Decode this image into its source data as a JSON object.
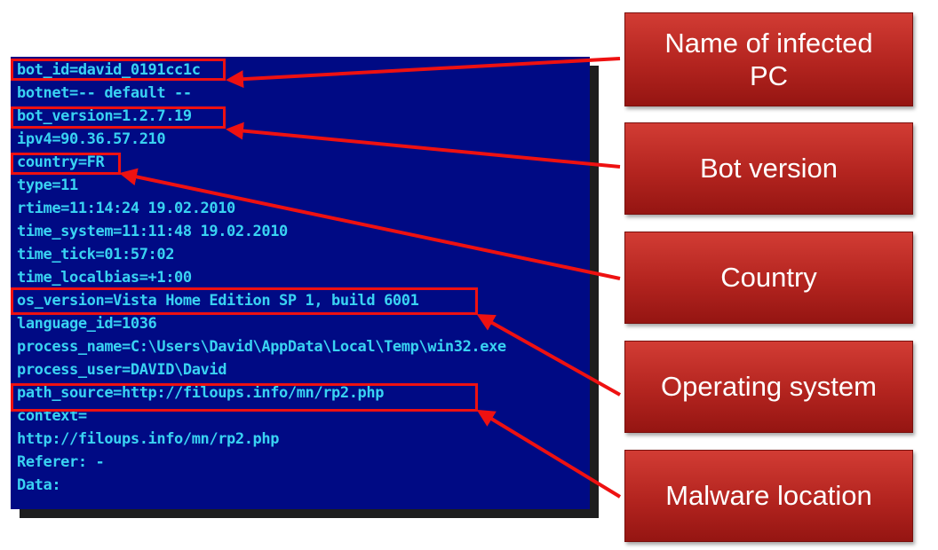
{
  "terminal": {
    "lines": [
      "bot_id=david_0191cc1c",
      "botnet=-- default --",
      "bot_version=1.2.7.19",
      "ipv4=90.36.57.210",
      "country=FR",
      "type=11",
      "rtime=11:14:24 19.02.2010",
      "time_system=11:11:48 19.02.2010",
      "time_tick=01:57:02",
      "time_localbias=+1:00",
      "os_version=Vista Home Edition SP 1, build 6001",
      "language_id=1036",
      "process_name=C:\\Users\\David\\AppData\\Local\\Temp\\win32.exe",
      "process_user=DAVID\\David",
      "path_source=http://filoups.info/mn/rp2.php",
      "context=",
      "http://filoups.info/mn/rp2.php",
      "Referer: -",
      "Data:"
    ]
  },
  "labels": [
    "Name of infected PC",
    "Bot version",
    "Country",
    "Operating system",
    "Malware location"
  ],
  "colors": {
    "terminal_background": "#000a84",
    "terminal_text": "#39d2f2",
    "highlight": "#ee1111",
    "label_fill": "#b3241f"
  }
}
